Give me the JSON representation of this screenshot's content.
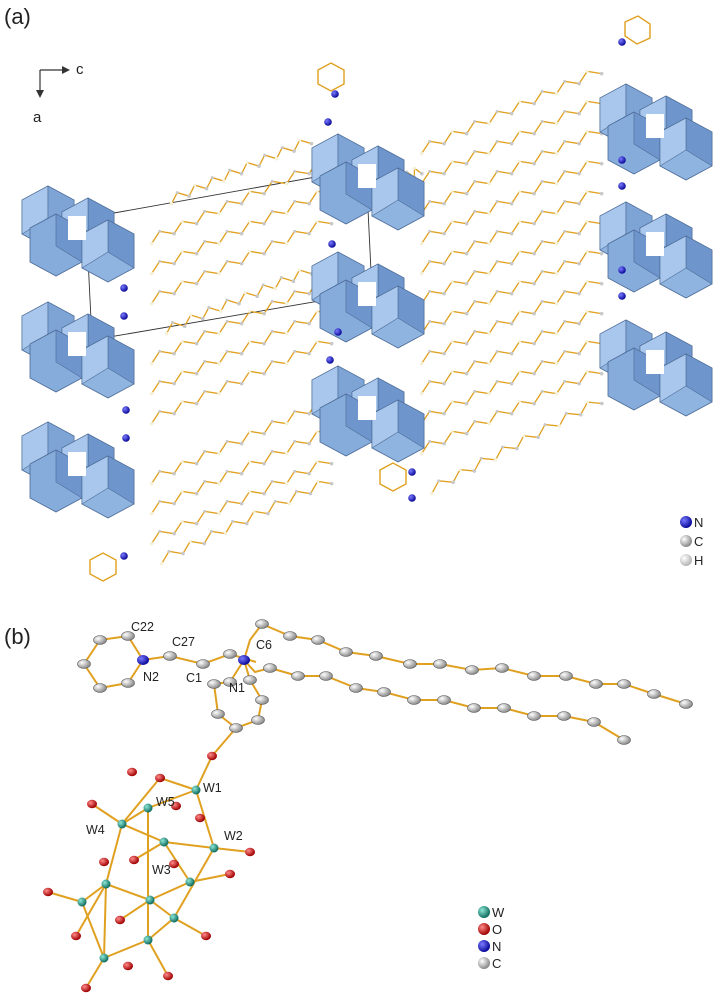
{
  "panels": {
    "a": {
      "label": "(a)",
      "axes": {
        "horizontal": "c",
        "vertical": "a"
      },
      "legend": [
        {
          "symbol": "N",
          "color": "#1010c0",
          "icon": "nitrogen-sphere-icon"
        },
        {
          "symbol": "C",
          "color": "#b0b0b0",
          "icon": "carbon-sphere-icon"
        },
        {
          "symbol": "H",
          "color": "#d8d8d8",
          "icon": "hydrogen-sphere-icon"
        }
      ]
    },
    "b": {
      "label": "(b)",
      "atom_labels": [
        "C22",
        "C27",
        "C6",
        "N2",
        "C1",
        "N1",
        "W1",
        "W5",
        "W4",
        "W2",
        "W3"
      ],
      "legend": [
        {
          "symbol": "W",
          "color": "#1f8c7c",
          "icon": "tungsten-sphere-icon"
        },
        {
          "symbol": "O",
          "color": "#d01010",
          "icon": "oxygen-sphere-icon"
        },
        {
          "symbol": "N",
          "color": "#1010c0",
          "icon": "nitrogen-sphere-icon"
        },
        {
          "symbol": "C",
          "color": "#b0b0b0",
          "icon": "carbon-sphere-icon"
        }
      ]
    }
  },
  "colors": {
    "polyhedron_fill": "#8fb4e0",
    "polyhedron_dark": "#5f87bf",
    "bond": "#e0a020",
    "cell_line": "#333333"
  }
}
